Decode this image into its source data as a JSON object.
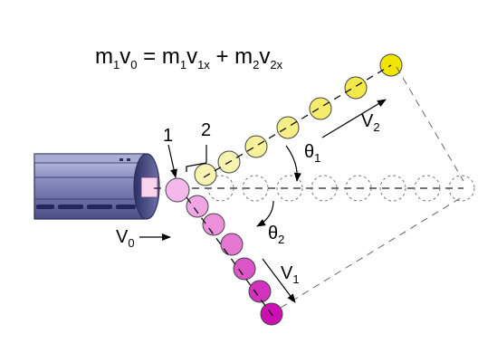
{
  "equation": {
    "m1": "m",
    "m1_sub": "1",
    "v0": "v",
    "v0_sub": "0",
    "eq": " = ",
    "m1b": "m",
    "m1b_sub": "1",
    "v1x": "v",
    "v1x_sub": "1x",
    "plus": " + ",
    "m2": "m",
    "m2_sub": "2",
    "v2x": "v",
    "v2x_sub": "2x"
  },
  "labels": {
    "ball1": "1",
    "ball2": "2",
    "v0": "V",
    "v0_sub": "0",
    "v1": "V",
    "v1_sub": "1",
    "v2": "V",
    "v2_sub": "2",
    "theta1": "θ",
    "theta1_sub": "1",
    "theta2": "θ",
    "theta2_sub": "2"
  },
  "colors": {
    "yellow_light": "#f7f3b0",
    "yellow_dark": "#f1e500",
    "magenta_light": "#f4b3ea",
    "magenta_dark": "#cc0fb0",
    "launcher": "#6f74a8",
    "launcher_dark": "#3b3f72"
  }
}
